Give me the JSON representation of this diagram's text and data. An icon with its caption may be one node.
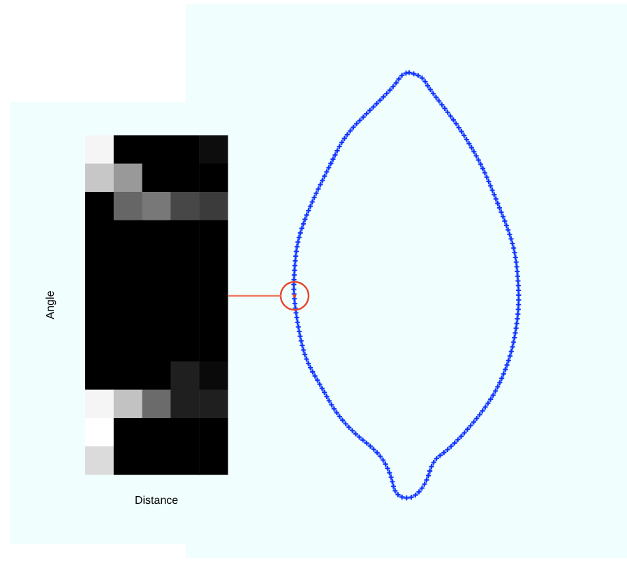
{
  "diagram": {
    "nodes": [
      {
        "text": [],
        "shape": "picture"
      },
      {
        "text": [],
        "shape": "circle"
      }
    ],
    "edges": [
      {
        "from": 0,
        "to": 1,
        "arrow": "none",
        "color": "#f07a62"
      }
    ],
    "labels": [
      "Angle",
      "Distance"
    ]
  }
}
